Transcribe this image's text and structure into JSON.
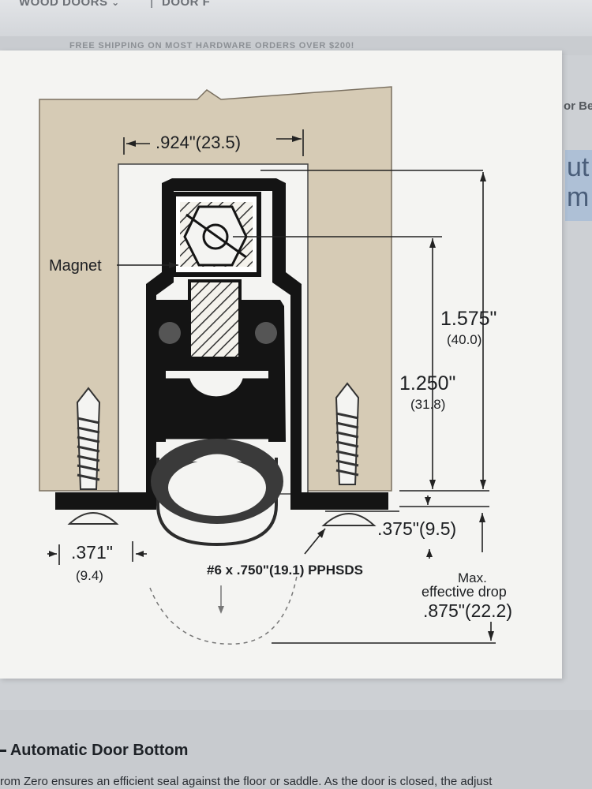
{
  "nav": {
    "item_wood": "WOOD DOORS",
    "chevron": "⌄",
    "item_next": "DOOR F"
  },
  "banner": {
    "text": "FREE SHIPPING ON MOST HARDWARE ORDERS OVER $200!"
  },
  "side": {
    "frag_top": "or Be",
    "btn_line1": "ut",
    "btn_line2": "m"
  },
  "diagram": {
    "width_dim": ".924\"(23.5)",
    "magnet_label": "Magnet",
    "height_total": "1.575\"",
    "height_total_mm": "(40.0)",
    "height_inner": "1.250\"",
    "height_inner_mm": "(31.8)",
    "drop_min": ".375\"(9.5)",
    "flange": ".371\"",
    "flange_mm": "(9.4)",
    "screw_label": "#6 x .750\"(19.1) PPHSDS",
    "max_line1": "Max.",
    "max_line2": "effective drop",
    "max_value": ".875\"(22.2)"
  },
  "product": {
    "title": "Automatic Door Bottom",
    "description": "rom Zero ensures an efficient seal against the floor or saddle. As the door is closed, the adjust"
  },
  "colors": {
    "wood": "#d6cbb5",
    "metal": "#141414",
    "panel": "#f4f4f2",
    "accent_blue": "#aec0d6"
  }
}
